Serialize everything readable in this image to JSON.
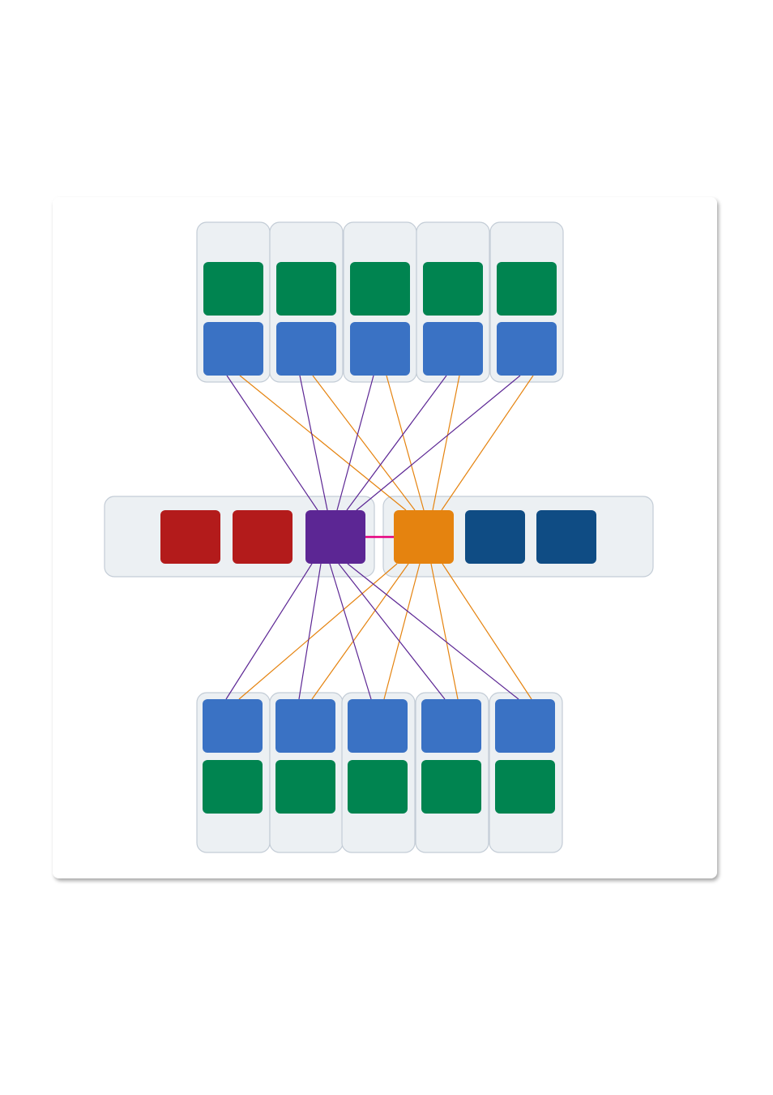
{
  "colors": {
    "page_background": "#ffffff",
    "card_background": "#ffffff",
    "card_shadow": "#9a9a9a",
    "group_fill": "#ecf0f3",
    "group_stroke": "#c3ccd6",
    "green_node": "#008450",
    "blue_node": "#3a72c4",
    "red_node": "#b31b1b",
    "purple_hub": "#5c2694",
    "orange_hub": "#e5830f",
    "navy_node": "#0f4c84",
    "purple_link": "#5c2694",
    "orange_link": "#e5830f",
    "hub_link": "#e6007e"
  },
  "diagram": {
    "top_group_count": 5,
    "bottom_group_count": 5,
    "left_cluster_red_nodes": 2,
    "right_cluster_navy_nodes": 2,
    "hubs": [
      "purple-hub",
      "orange-hub"
    ]
  }
}
